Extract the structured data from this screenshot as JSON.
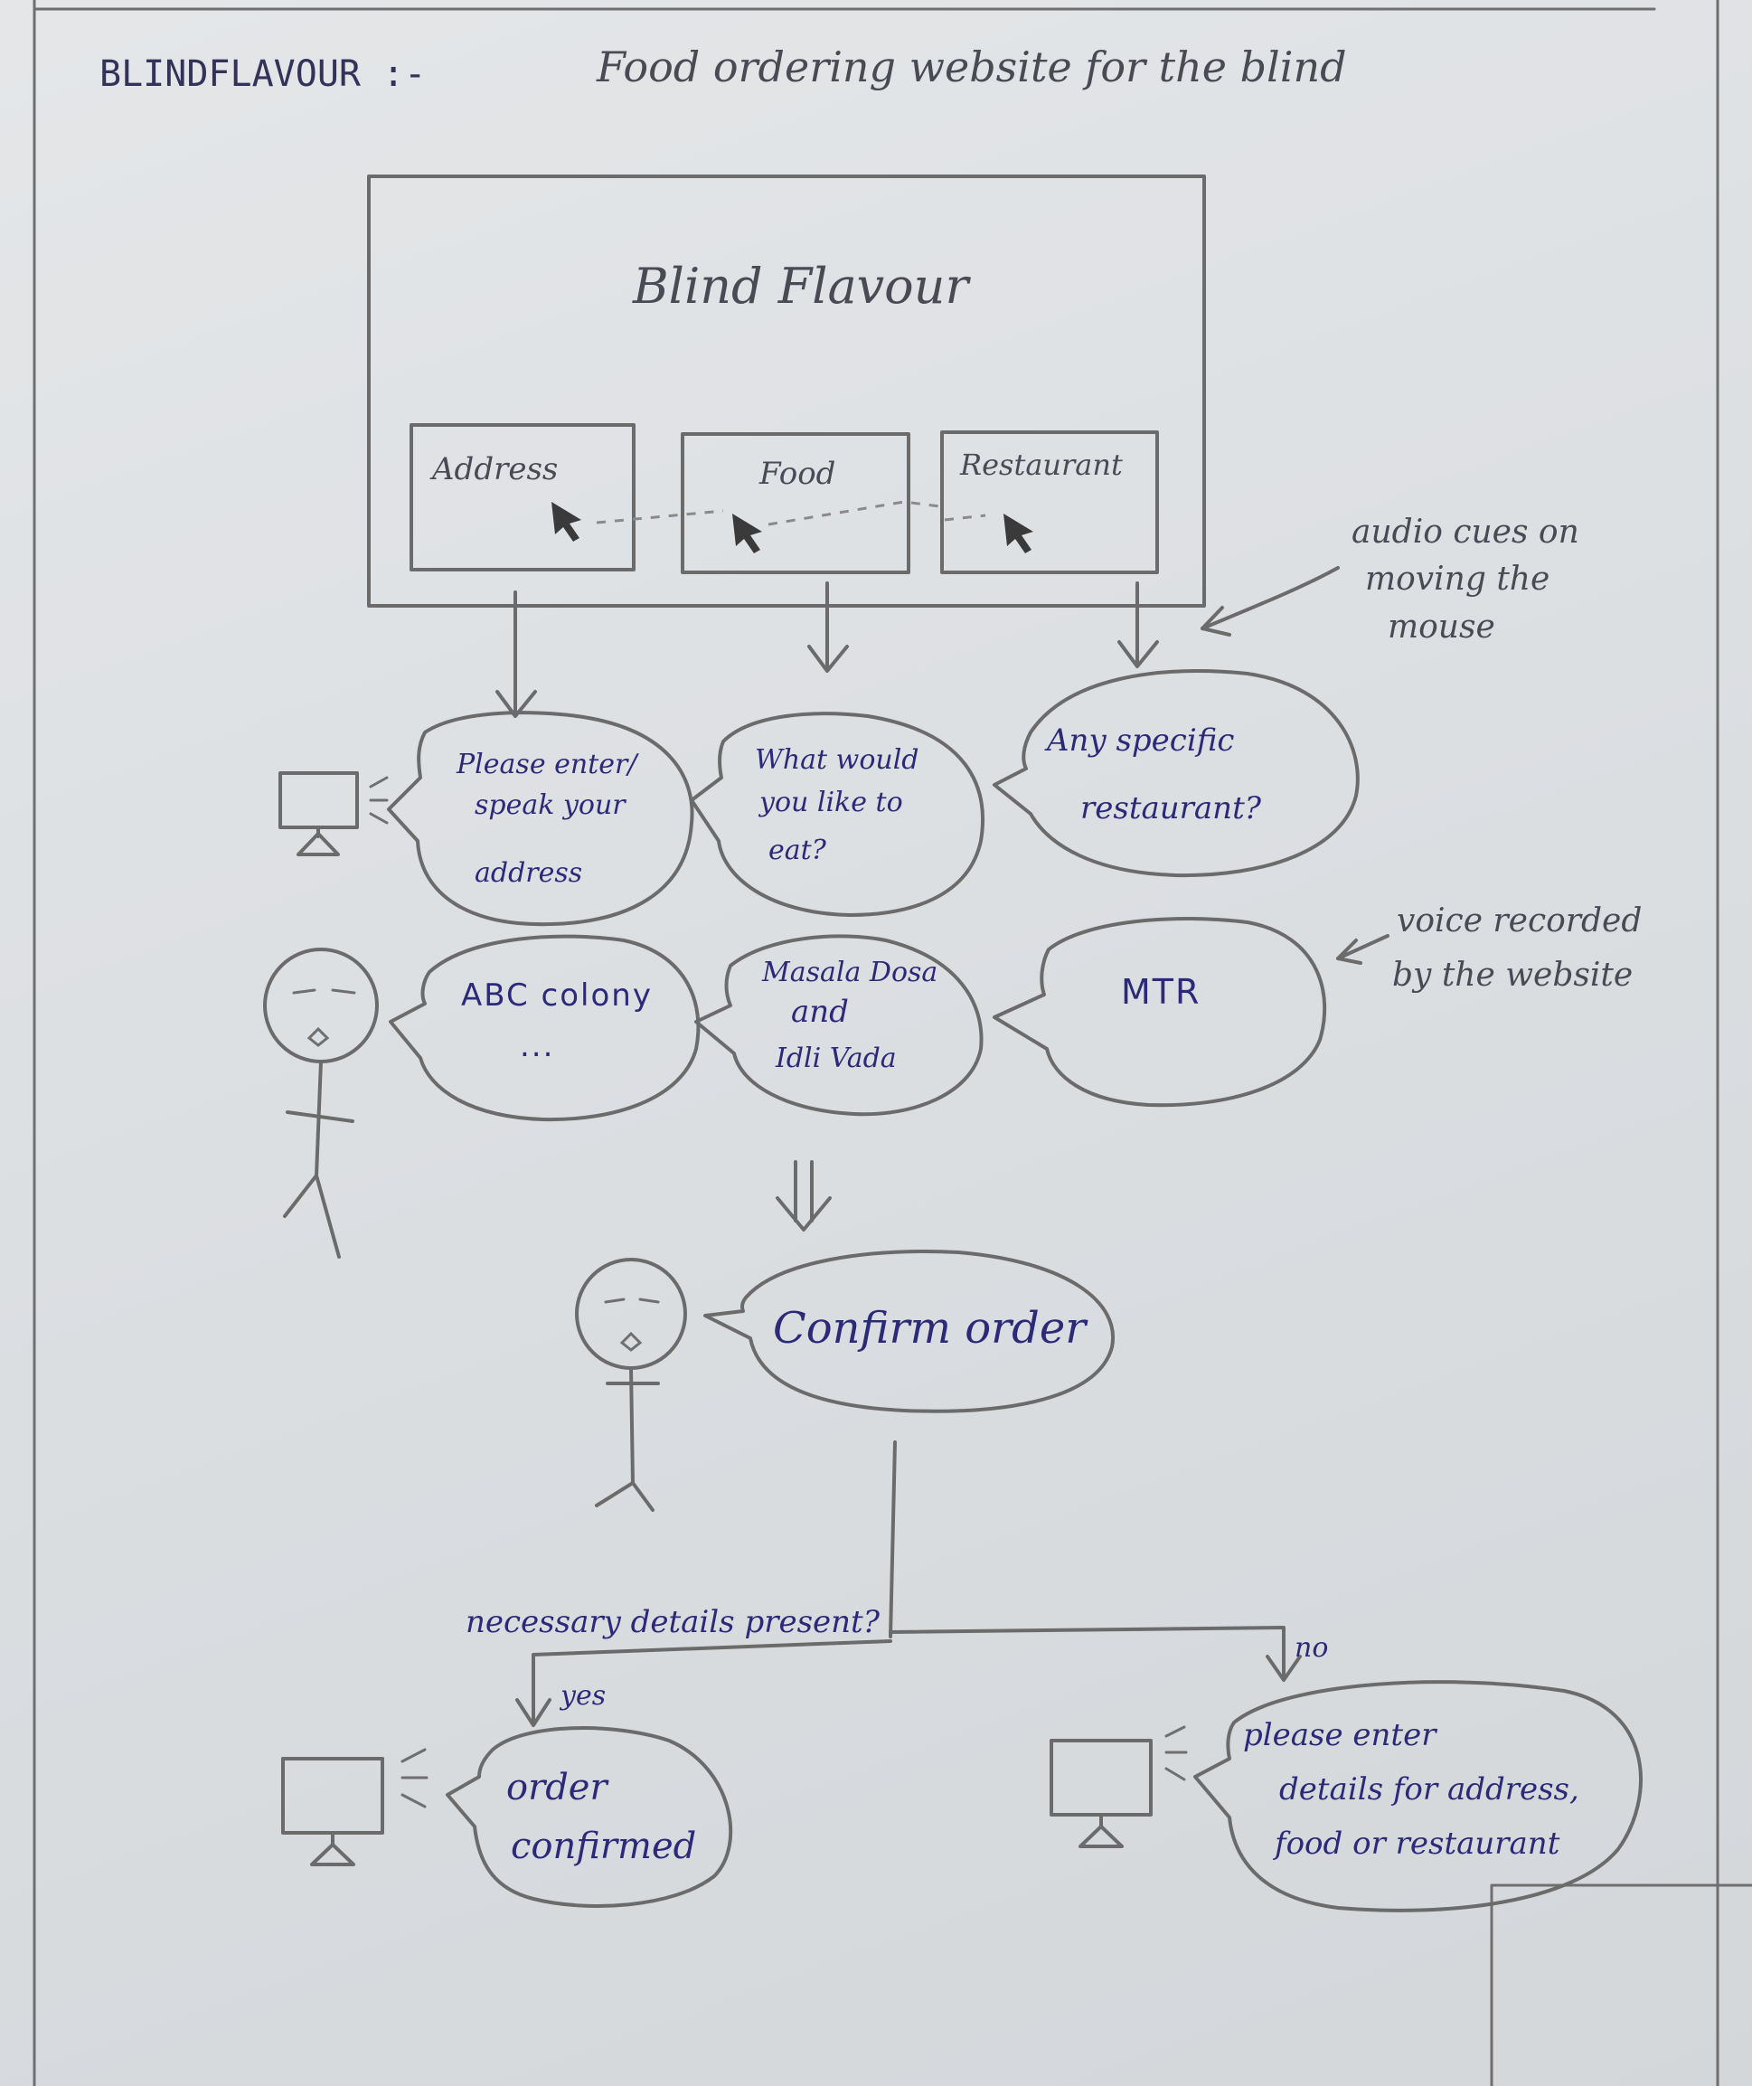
{
  "header": {
    "app_name": "BLINDFLAVOUR :-",
    "tagline": "Food ordering website for the blind"
  },
  "mockup": {
    "title": "Blind Flavour",
    "buttons": [
      "Address",
      "Food",
      "Restaurant"
    ],
    "note": [
      "audio cues on",
      "moving the",
      "mouse"
    ]
  },
  "system_prompts": [
    [
      "Please enter/",
      "speak your",
      "address"
    ],
    [
      "What would",
      "you like to",
      "eat?"
    ],
    [
      "Any specific",
      "restaurant?"
    ]
  ],
  "user_replies": [
    [
      "ABC colony",
      "..."
    ],
    [
      "Masala Dosa",
      "and",
      "Idli Vada"
    ],
    [
      "MTR"
    ]
  ],
  "voice_note": [
    "voice recorded",
    "by the website"
  ],
  "confirm": "Confirm order",
  "decision": {
    "question": "necessary details present?",
    "yes": "yes",
    "no": "no"
  },
  "outcomes": {
    "yes": [
      "order",
      "confirmed"
    ],
    "no": [
      "please enter",
      "details for address,",
      "food or restaurant"
    ]
  }
}
